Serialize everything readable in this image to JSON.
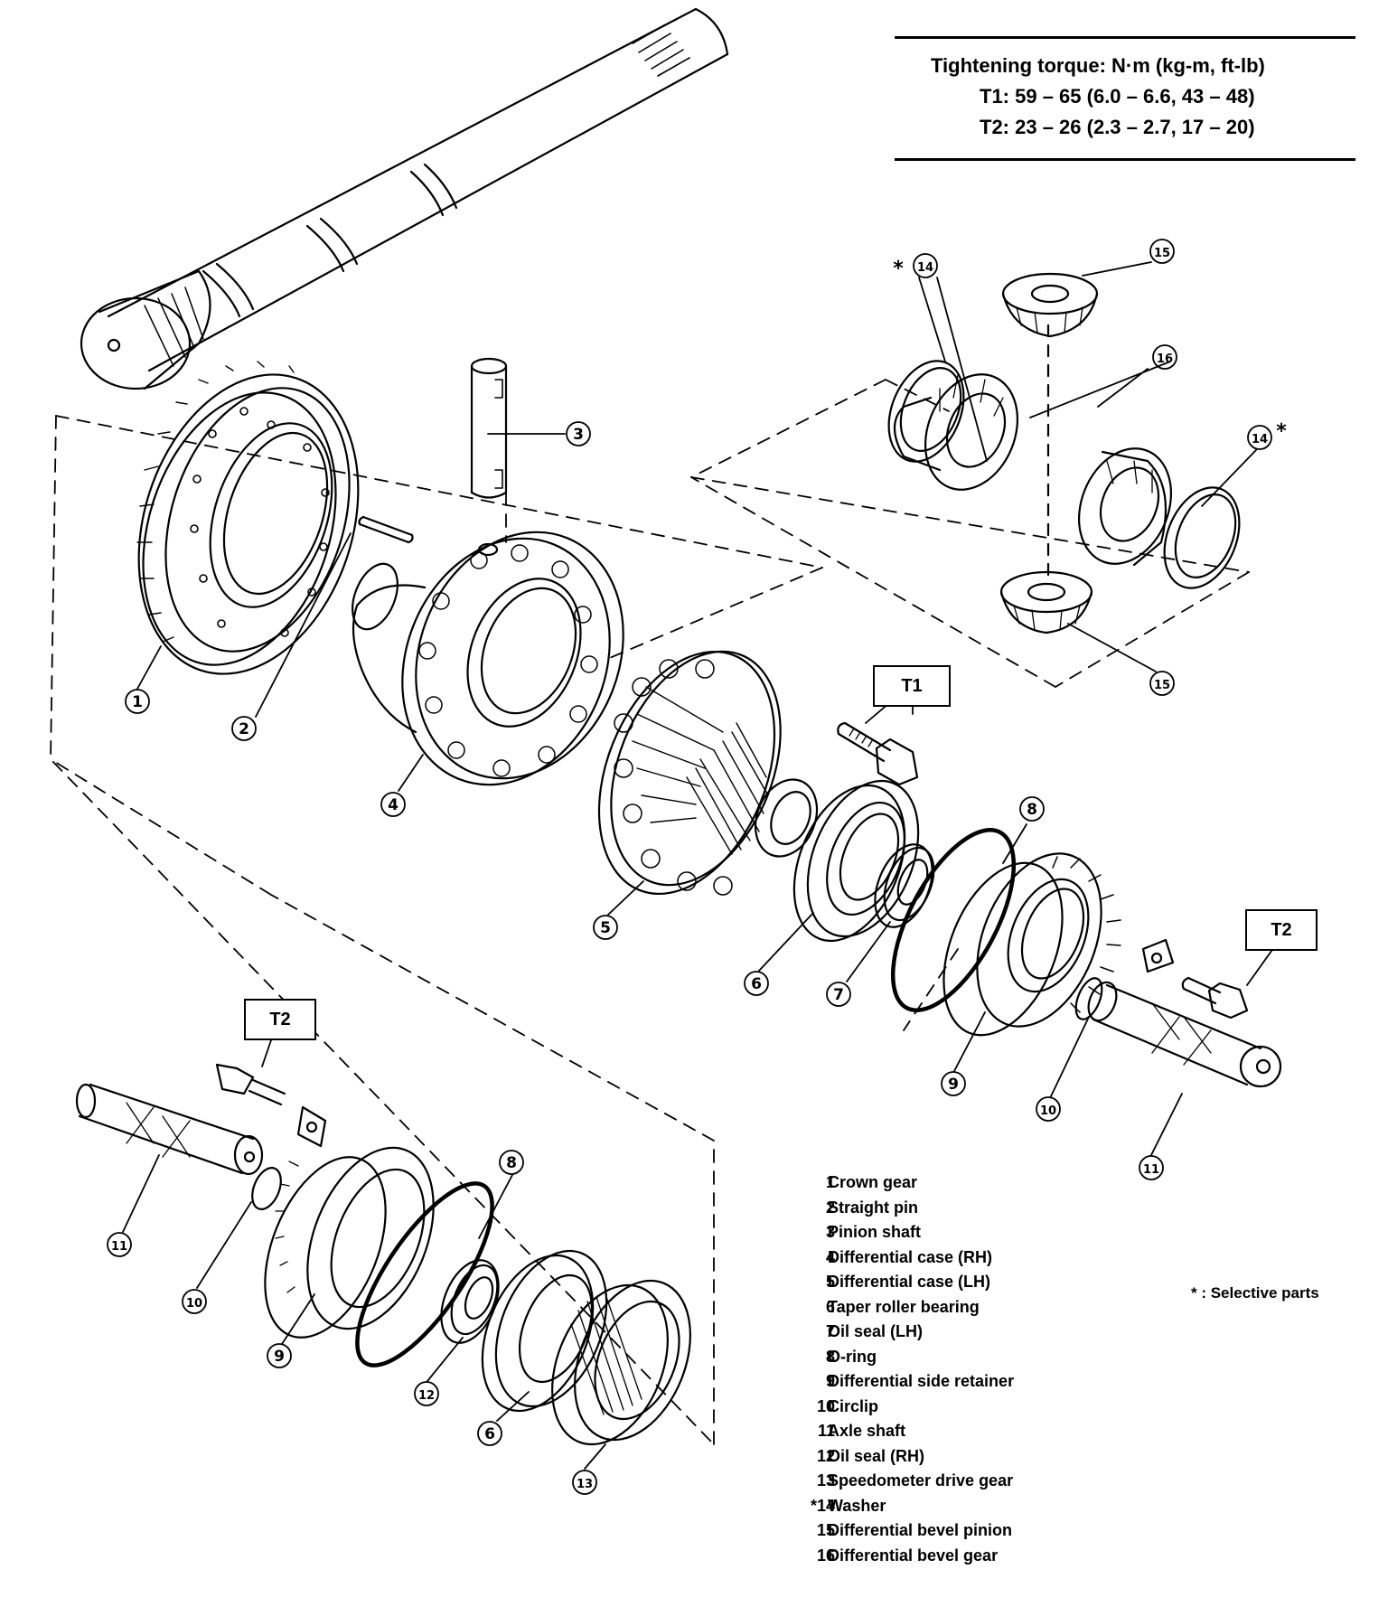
{
  "torque": {
    "title": "Tightening torque:  N·m (kg-m, ft-lb)",
    "t1": "T1:  59 – 65 (6.0 – 6.6, 43 – 48)",
    "t2": "T2:  23 – 26 (2.3 – 2.7, 17 – 20)"
  },
  "tags": {
    "t1": "T1",
    "t2_right": "T2",
    "t2_left": "T2"
  },
  "callouts": [
    "1",
    "2",
    "3",
    "4",
    "5",
    "6",
    "7",
    "8",
    "9",
    "10",
    "11",
    "12",
    "13",
    "14",
    "15",
    "16"
  ],
  "star": "*",
  "legend": [
    {
      "num": "1",
      "label": "Crown gear"
    },
    {
      "num": "2",
      "label": "Straight pin"
    },
    {
      "num": "3",
      "label": "Pinion shaft"
    },
    {
      "num": "4",
      "label": "Differential case (RH)"
    },
    {
      "num": "5",
      "label": "Differential case (LH)"
    },
    {
      "num": "6",
      "label": "Taper roller bearing"
    },
    {
      "num": "7",
      "label": "Oil seal (LH)"
    },
    {
      "num": "8",
      "label": "O-ring"
    },
    {
      "num": "9",
      "label": "Differential side retainer"
    },
    {
      "num": "10",
      "label": "Circlip"
    },
    {
      "num": "11",
      "label": "Axle shaft"
    },
    {
      "num": "12",
      "label": "Oil seal (RH)"
    },
    {
      "num": "13",
      "label": "Speedometer drive gear"
    },
    {
      "num": "*14",
      "label": "Washer"
    },
    {
      "num": "15",
      "label": "Differential bevel pinion"
    },
    {
      "num": "16",
      "label": "Differential bevel gear"
    }
  ],
  "selective_note": "* :  Selective parts"
}
